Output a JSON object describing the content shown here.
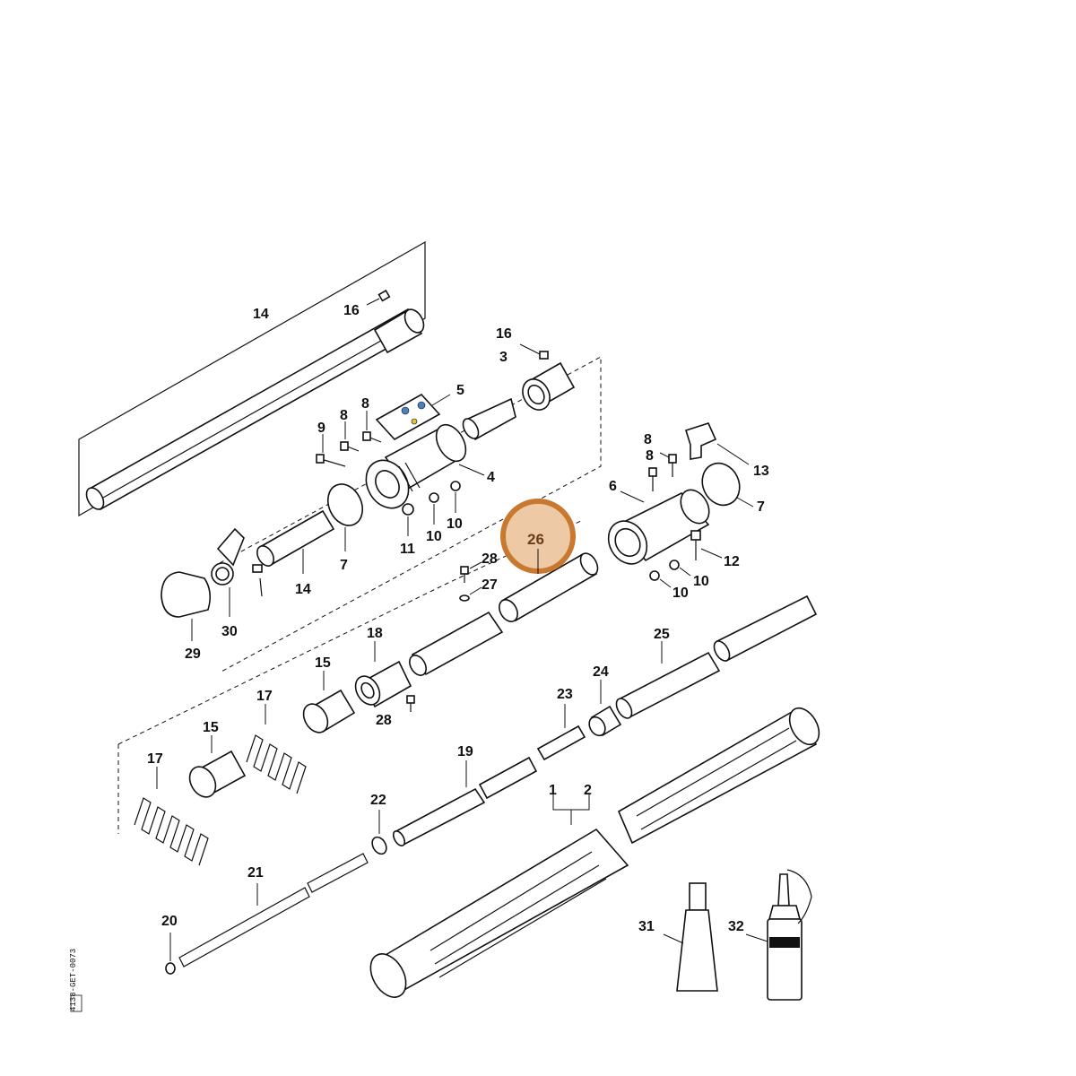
{
  "diagram": {
    "callouts": {
      "c1": "1",
      "c2": "2",
      "c3": "3",
      "c4": "4",
      "c5": "5",
      "c6": "6",
      "c7a": "7",
      "c7b": "7",
      "c8a": "8",
      "c8b": "8",
      "c8c": "8",
      "c8d": "8",
      "c9": "9",
      "c10a": "10",
      "c10b": "10",
      "c10c": "10",
      "c10d": "10",
      "c11": "11",
      "c12": "12",
      "c13": "13",
      "c14a": "14",
      "c14b": "14",
      "c15a": "15",
      "c15b": "15",
      "c16a": "16",
      "c16b": "16",
      "c17a": "17",
      "c17b": "17",
      "c18": "18",
      "c19": "19",
      "c20": "20",
      "c21": "21",
      "c22": "22",
      "c23": "23",
      "c24": "24",
      "c25": "25",
      "c26": "26",
      "c27": "27",
      "c28a": "28",
      "c28b": "28",
      "c29": "29",
      "c30": "30",
      "c31": "31",
      "c32": "32"
    },
    "highlight": {
      "label": "26",
      "color": "#c8792f",
      "fill": "#edc9a6"
    },
    "reference_code": "4138-GET-0073"
  }
}
